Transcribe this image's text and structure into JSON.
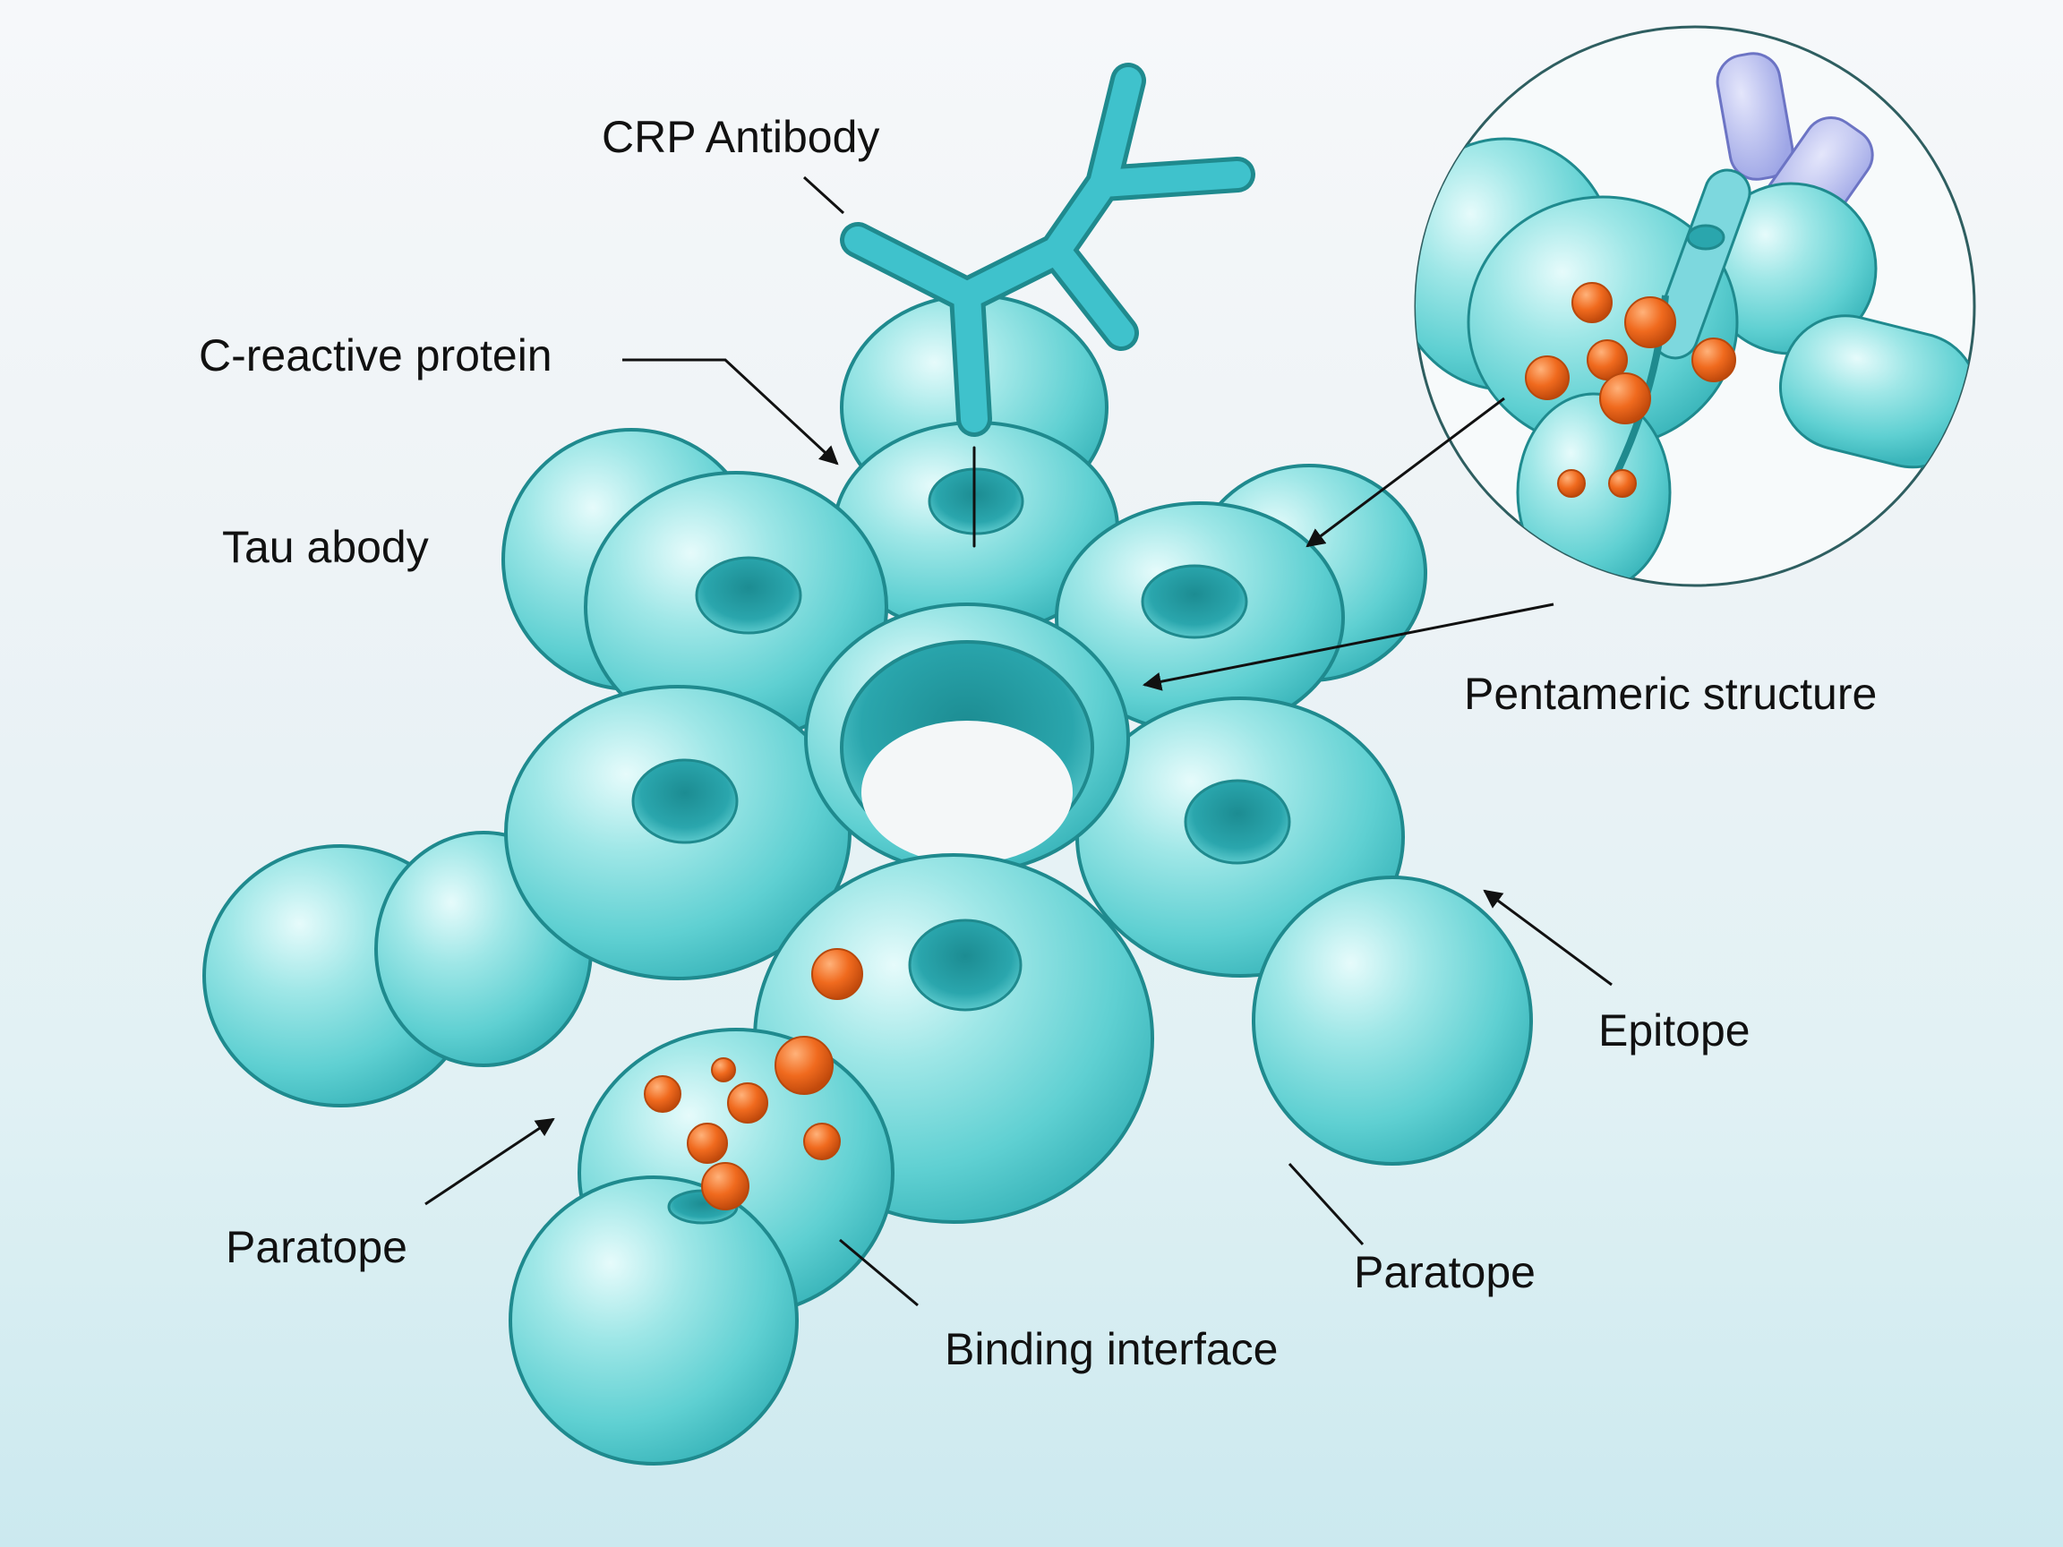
{
  "labels": {
    "crp_antibody": "CRP Antibody",
    "c_reactive_protein": "C-reactive protein",
    "tau_abody": "Tau abody",
    "pentameric_structure": "Pentameric structure",
    "epitope": "Epitope",
    "paratope_left": "Paratope",
    "paratope_right": "Paratope",
    "binding_interface": "Binding interface"
  },
  "colors": {
    "subunit_fill": "#7fdcdc",
    "subunit_outline": "#1f8a8e",
    "antibody": "#2bb3c0",
    "residue": "#ee6a1c",
    "background_top": "#f6f8fa",
    "background_bottom": "#cbe9ef"
  }
}
